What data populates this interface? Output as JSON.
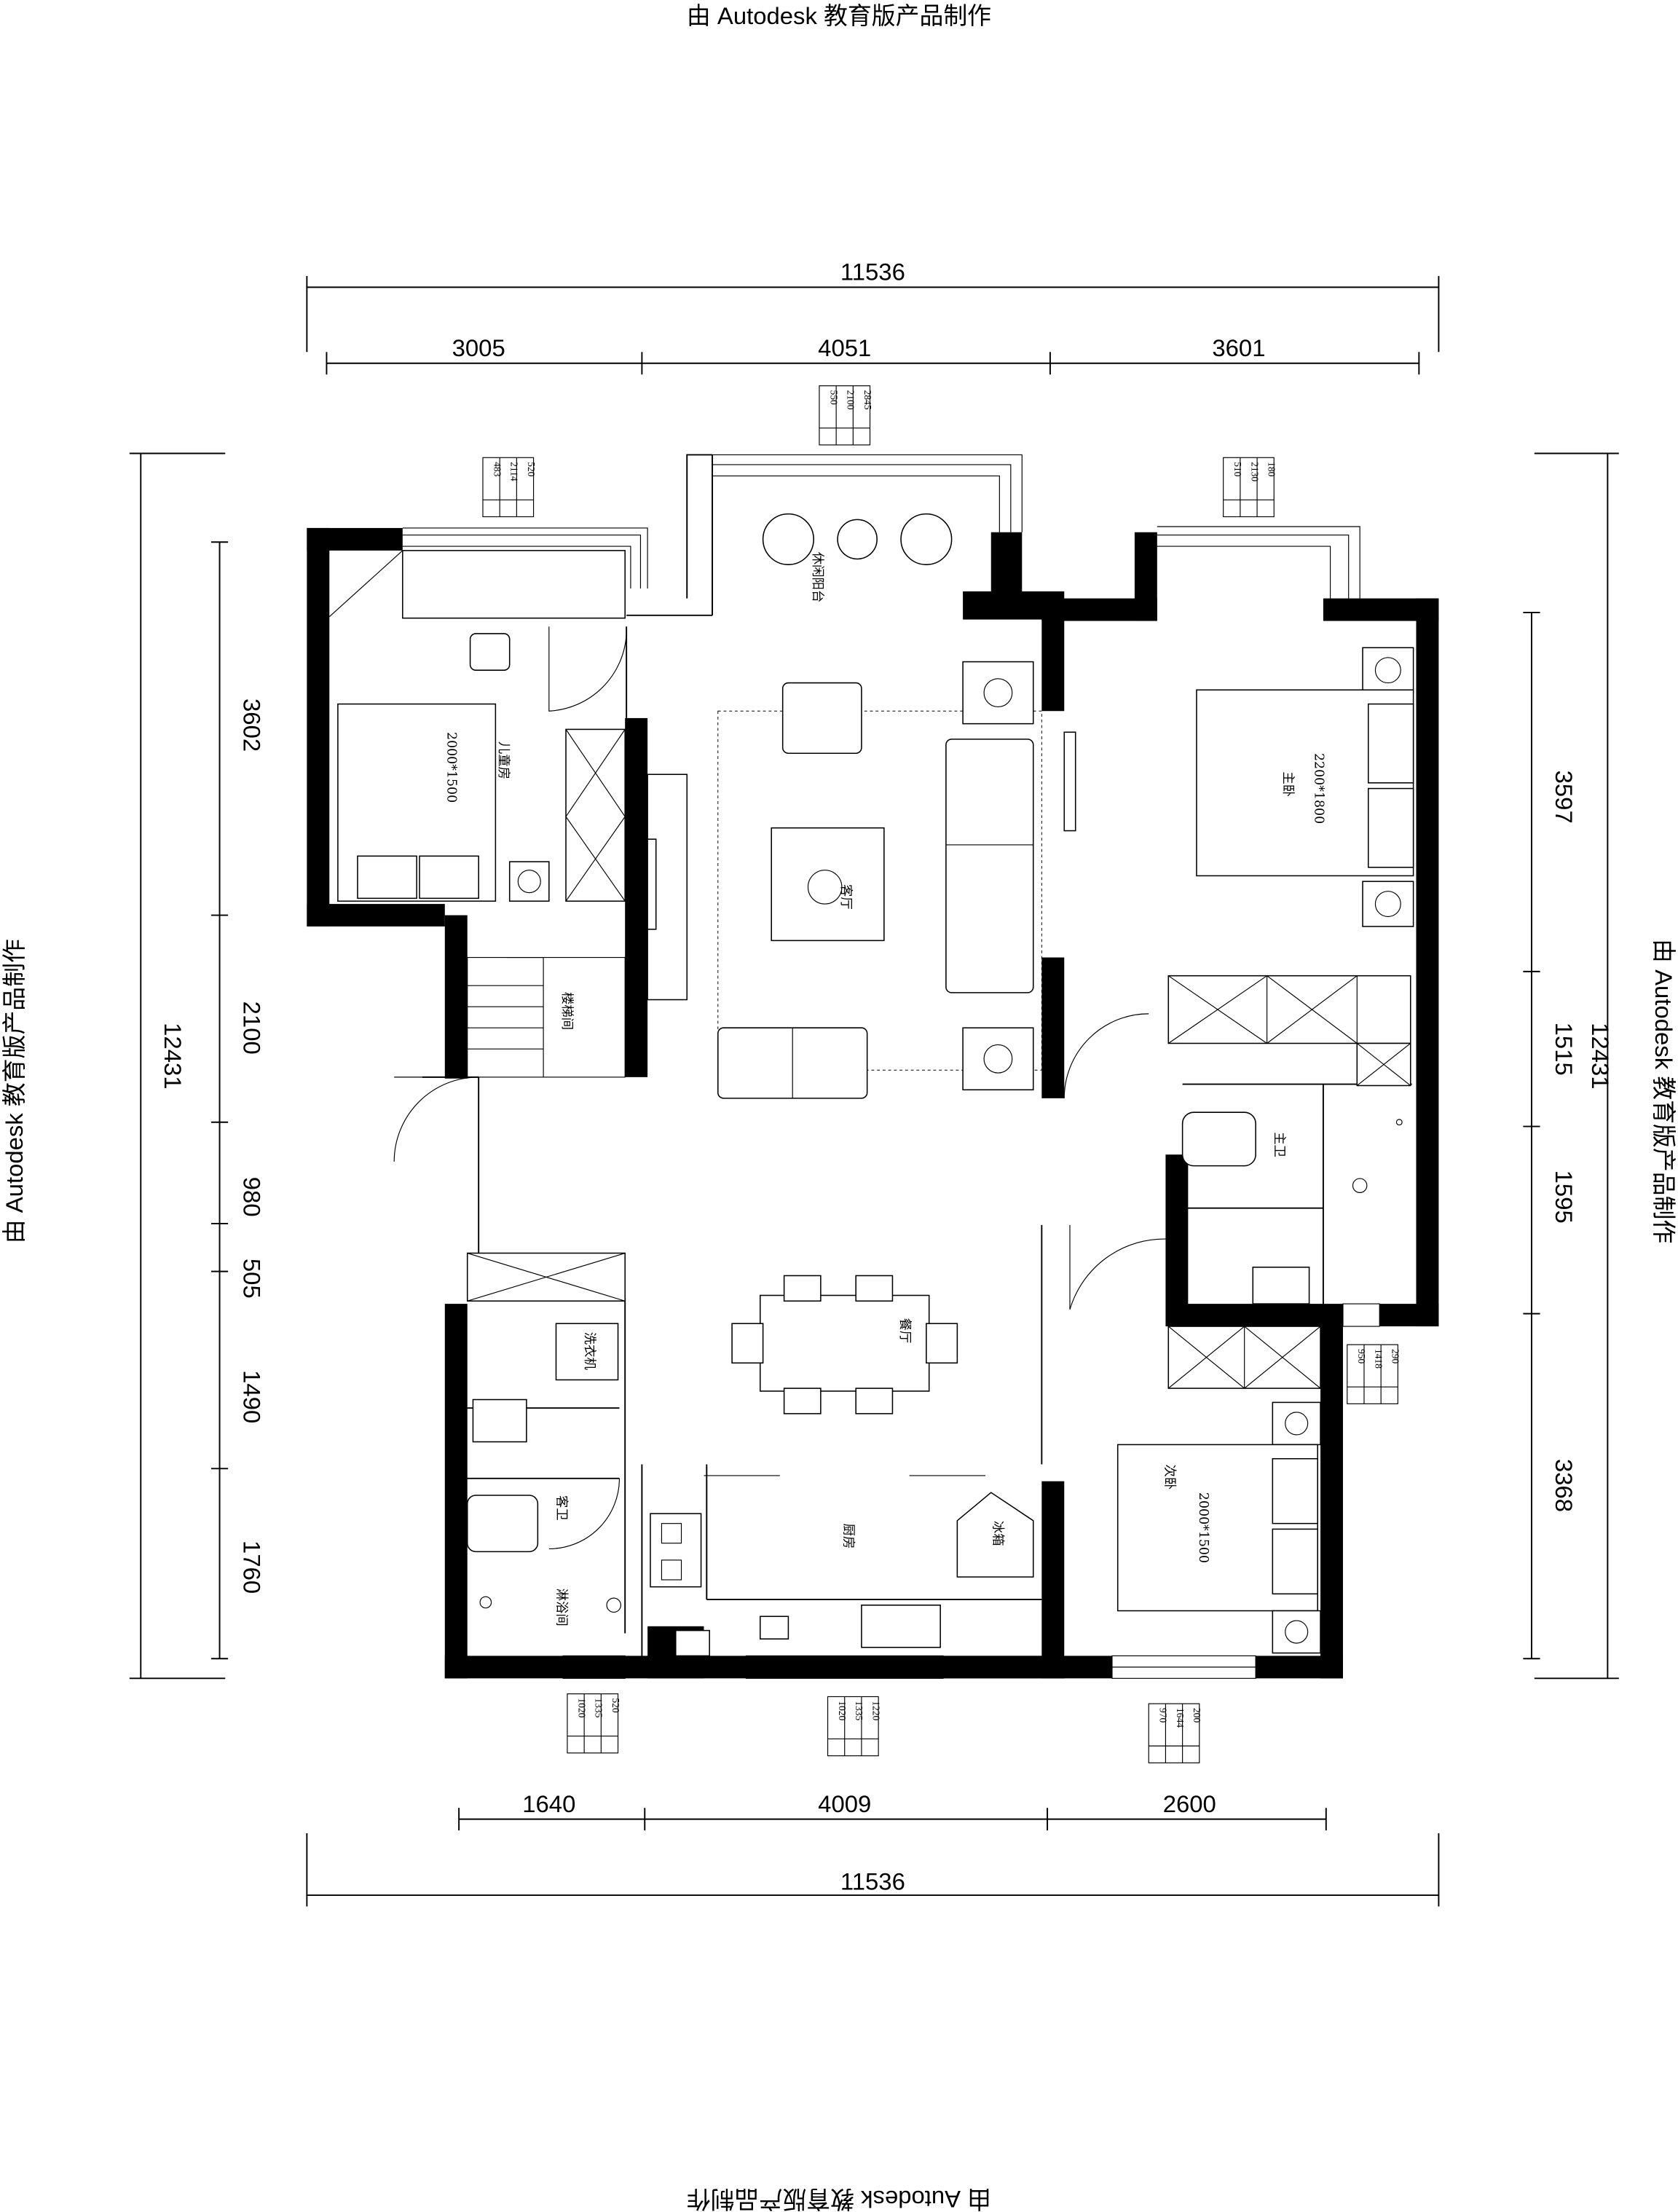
{
  "watermark": {
    "top": "由 Autodesk 教育版产品制作",
    "bottom": "由 Autodesk 教育版产品制作",
    "left": "由 Autodesk 教育版产品制作",
    "right": "由 Autodesk 教育版产品制作"
  },
  "dimensions": {
    "top_total": "11536",
    "top_segments": [
      "3005",
      "4051",
      "3601"
    ],
    "bottom_total": "11536",
    "bottom_segments": [
      "1640",
      "4009",
      "2600"
    ],
    "left_total": "12431",
    "left_segments": [
      "3602",
      "2100",
      "980",
      "505",
      "1490",
      "1760"
    ],
    "right_total": "12431",
    "right_segments": [
      "3597",
      "1515",
      "1595",
      "3368"
    ]
  },
  "rooms": {
    "kids_room": "儿童房",
    "kids_bed": "2000*1500",
    "leisure": "休闲阳台",
    "living": "客厅",
    "master": "主卧",
    "master_bed": "2200*1800",
    "stairs": "楼梯间",
    "master_bath": "主卫",
    "dining": "餐厅",
    "laundry": "洗衣机",
    "guest_bath": "客卫",
    "shower": "淋浴间",
    "kitchen": "厨房",
    "fridge": "冰箱",
    "second": "次卧",
    "second_bed": "2000*1500"
  },
  "window_tables": {
    "kids": {
      "T": "520",
      "H": "2114",
      "D": "483"
    },
    "balcony": {
      "W": "2845",
      "H": "2100",
      "D": "550"
    },
    "master": {
      "T": "180",
      "H": "2130",
      "D": "510"
    },
    "master_bath": {
      "T": "290",
      "H": "1418",
      "D": "950"
    },
    "shower": {
      "T": "520",
      "H": "1335",
      "D": "1020"
    },
    "kitchen": {
      "T": "1220",
      "H": "1335",
      "D": "1020"
    },
    "second": {
      "T": "200",
      "H": "1644",
      "D": "970"
    }
  }
}
